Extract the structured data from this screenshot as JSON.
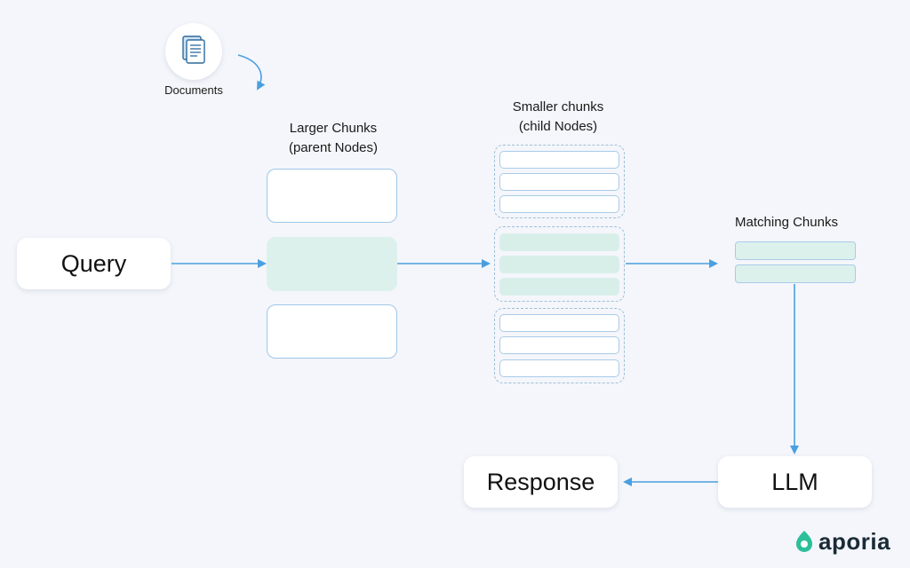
{
  "documents": {
    "label": "Documents",
    "icon": "document-icon"
  },
  "query": {
    "label": "Query"
  },
  "larger_chunks": {
    "title_line1": "Larger Chunks",
    "title_line2": "(parent Nodes)"
  },
  "smaller_chunks": {
    "title_line1": "Smaller chunks",
    "title_line2": "(child Nodes)"
  },
  "matching_chunks": {
    "title": "Matching Chunks"
  },
  "llm": {
    "label": "LLM"
  },
  "response": {
    "label": "Response"
  },
  "brand": {
    "name": "aporia",
    "icon": "aporia-logo-icon",
    "color": "#2bbf9a"
  },
  "colors": {
    "arrow": "#4a9fe0",
    "highlight": "#ddf1ec",
    "box_border": "#9fc6ea",
    "background": "#f4f6fb"
  }
}
